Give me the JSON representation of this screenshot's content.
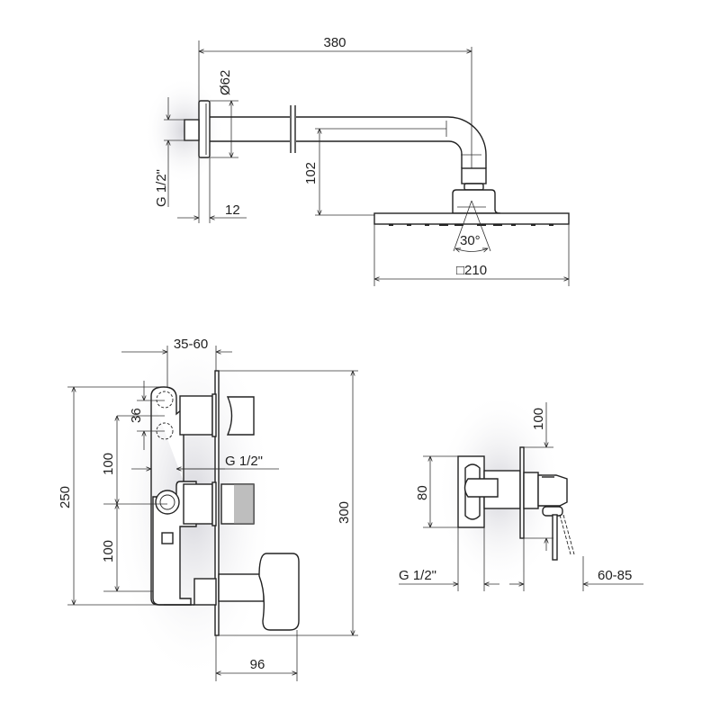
{
  "title": "Shower set technical drawing",
  "shower_head_view": {
    "arm_length": "380",
    "flange_diameter": "Ø62",
    "thread": "G 1/2\"",
    "flange_depth": "12",
    "drop_height": "102",
    "spray_angle": "30°",
    "head_size": "□210"
  },
  "mixer_front_view": {
    "install_depth": "35-60",
    "outlet_spacing": "36",
    "upper_spacing": "100",
    "lower_spacing": "100",
    "total_height": "250",
    "plate_height": "300",
    "thread": "G 1/2\"",
    "handle_projection": "96"
  },
  "mixer_side_view": {
    "body_height": "80",
    "offset": "100",
    "thread": "G 1/2\"",
    "depth_range": "60-85"
  },
  "colors": {
    "line": "#222222",
    "shadow": "#d9d9de"
  }
}
